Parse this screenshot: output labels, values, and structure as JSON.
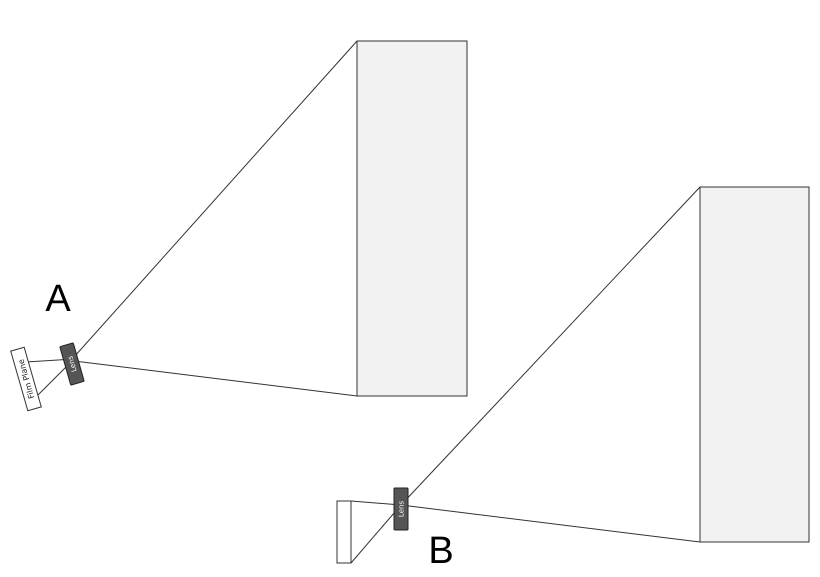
{
  "diagram_a": {
    "label": "A",
    "lens_label": "Lens",
    "film_label": "Film Plane"
  },
  "diagram_b": {
    "label": "B",
    "lens_label": "Lens"
  },
  "colors": {
    "stroke": "#333333",
    "subject_fill": "#f2f2f2",
    "lens_fill": "#555555",
    "film_fill": "#ffffff"
  }
}
